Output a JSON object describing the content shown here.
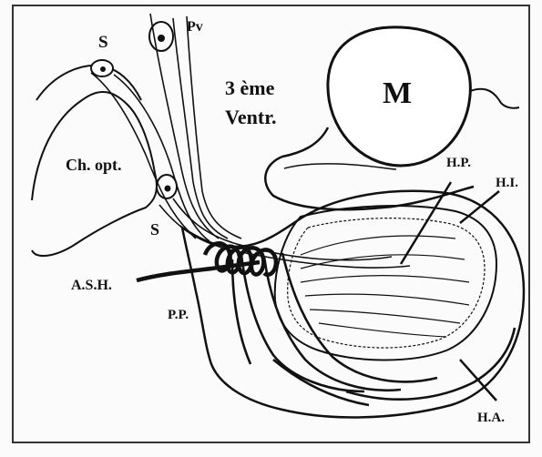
{
  "labels": {
    "s_top": "S",
    "pv": "Pv",
    "ventricle_line1": "3 ème",
    "ventricle_line2": "Ventr.",
    "m": "M",
    "ch_opt": "Ch. opt.",
    "s_bottom": "S",
    "hp": "H.P.",
    "hi": "H.I.",
    "ash": "A.S.H.",
    "pp": "P.P.",
    "ha": "H.A."
  },
  "colors": {
    "ink": "#111111",
    "paper": "#fbfbfb",
    "frame": "#333333"
  }
}
